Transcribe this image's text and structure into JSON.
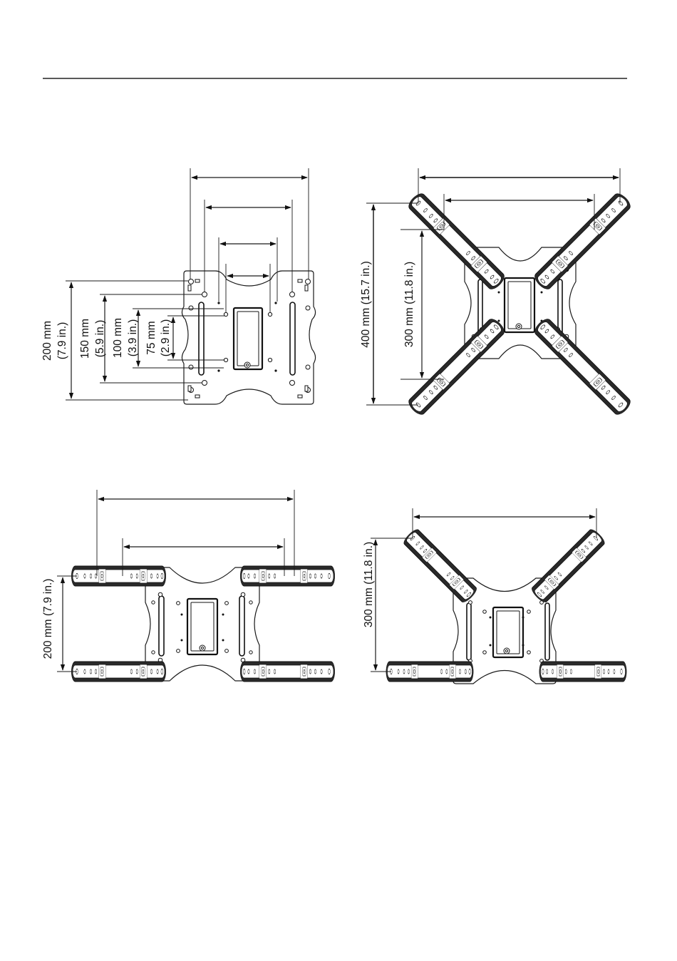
{
  "diagrams": {
    "small_plate": {
      "labels": {
        "d200": {
          "mm": "200 mm",
          "inch": "(7.9 in.)"
        },
        "d150": {
          "mm": "150 mm",
          "inch": "(5.9 in.)"
        },
        "d100": {
          "mm": "100 mm",
          "inch": "(3.9 in.)"
        },
        "d75": {
          "mm": "75 mm",
          "inch": "(2.9 in.)"
        }
      }
    },
    "x_arms": {
      "labels": {
        "d400": "400 mm (15.7 in.)",
        "d300": "300 mm (11.8 in.)"
      }
    },
    "horizontal_arms": {
      "labels": {
        "d200": "200 mm (7.9 in.)"
      }
    },
    "v_arms": {
      "labels": {
        "d300": "300 mm (11.8 in.)"
      }
    }
  },
  "colors": {
    "line": "#1a1a1a",
    "arm_outline": "#2a2a2a",
    "background": "#ffffff"
  }
}
